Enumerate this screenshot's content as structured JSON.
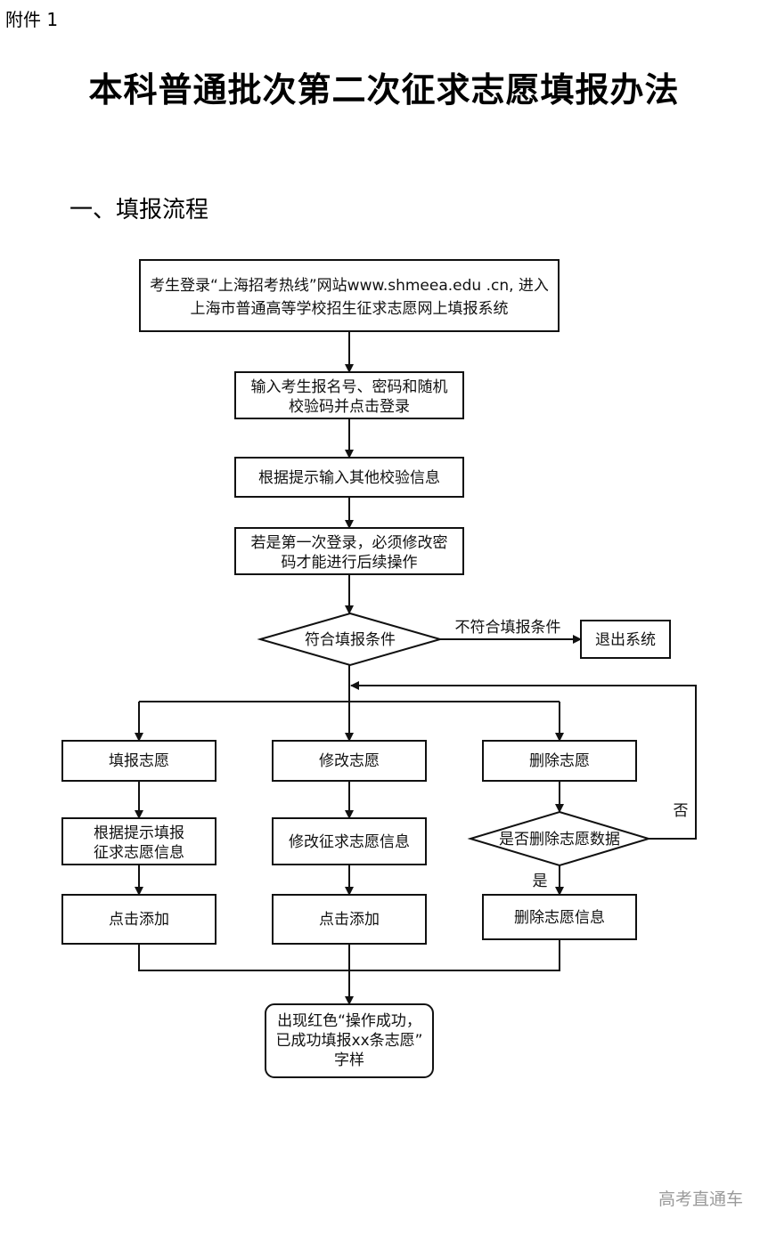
{
  "header": {
    "attachment": "附件 1",
    "title": "本科普通批次第二次征求志愿填报办法",
    "section": "一、填报流程"
  },
  "flowchart": {
    "nodes": {
      "login_site": [
        "考生登录“上海招考热线”网站www.shmeea.edu .cn, 进入",
        "上海市普通高等学校招生征求志愿网上填报系统"
      ],
      "enter_credentials": [
        "输入考生报名号、密码和随机",
        "校验码并点击登录"
      ],
      "enter_other_info": [
        "根据提示输入其他校验信息"
      ],
      "first_login_pw": [
        "若是第一次登录，必须修改密",
        "码才能进行后续操作"
      ],
      "meets_conditions": [
        "符合填报条件"
      ],
      "exit_system": [
        "退出系统"
      ],
      "fill_pref": [
        "填报志愿"
      ],
      "edit_pref": [
        "修改志愿"
      ],
      "delete_pref": [
        "删除志愿"
      ],
      "fill_by_prompt": [
        "根据提示填报",
        "征求志愿信息"
      ],
      "edit_info": [
        "修改征求志愿信息"
      ],
      "confirm_delete": [
        "是否删除志愿数据"
      ],
      "click_add_1": [
        "点击添加"
      ],
      "click_add_2": [
        "点击添加"
      ],
      "delete_info": [
        "删除志愿信息"
      ],
      "success_msg": [
        "出现红色“操作成功，",
        "已成功填报xx条志愿”",
        "字样"
      ]
    },
    "edge_labels": {
      "not_meet": "不符合填报条件",
      "no": "否",
      "yes": "是"
    }
  },
  "watermark": "高考直通车"
}
